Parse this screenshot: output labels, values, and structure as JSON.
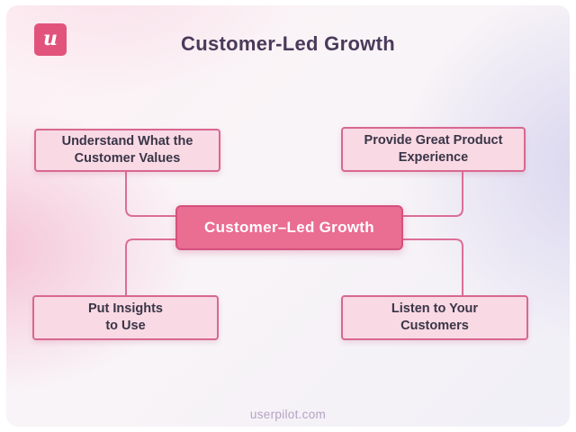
{
  "header": {
    "logo_letter": "u",
    "title": "Customer-Led Growth"
  },
  "diagram": {
    "center_node": {
      "label": "Customer–Led Growth"
    },
    "nodes": {
      "top_left": {
        "line1": "Understand What the",
        "line2": "Customer Values"
      },
      "top_right": {
        "line1": "Provide Great Product",
        "line2": "Experience"
      },
      "bottom_left": {
        "line1": "Put Insights",
        "line2": "to Use"
      },
      "bottom_right": {
        "line1": "Listen to Your",
        "line2": "Customers"
      }
    }
  },
  "footer": {
    "site": "userpilot.com"
  },
  "colors": {
    "logo_bg": "#e2537c",
    "title_text": "#4a3a5a",
    "center_box_fill": "#ea6d92",
    "center_box_border": "#d5517d",
    "center_box_text": "#ffffff",
    "node_fill": "#f8d9e4",
    "node_border": "#d8688f",
    "node_text": "#3a3547",
    "connector_line": "#db6f96",
    "footer_text": "#b4a2c3",
    "background_pink": "#f3b7ce",
    "background_lavender": "#cecaec"
  }
}
